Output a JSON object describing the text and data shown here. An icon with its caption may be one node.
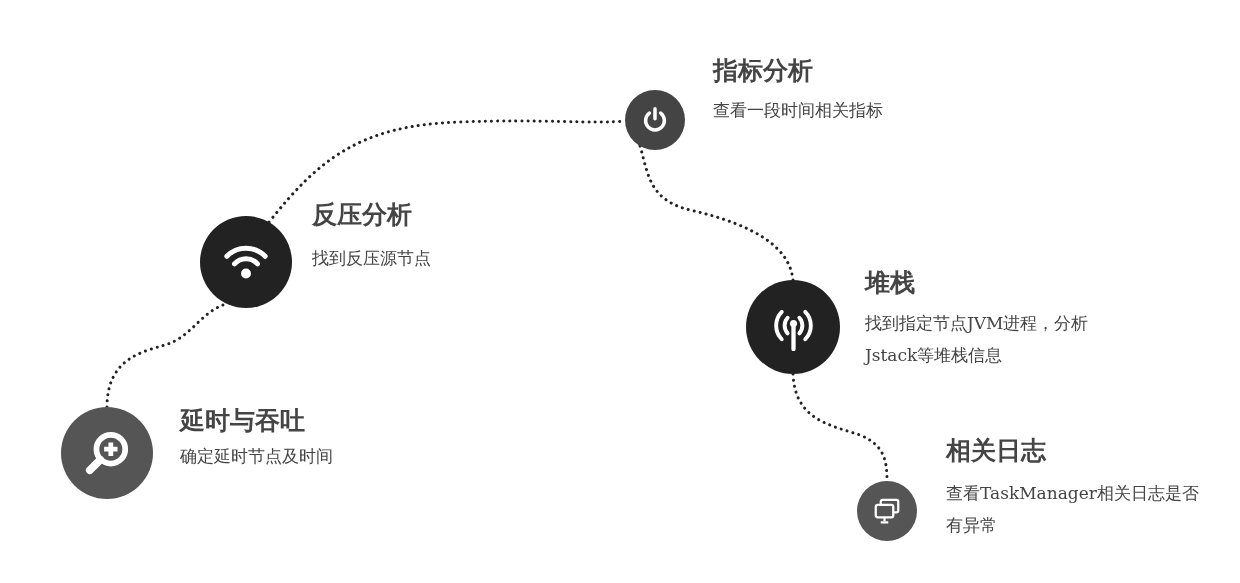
{
  "diagram": {
    "nodes": [
      {
        "text": [
          "延时与吞吐",
          "确定延时节点及时间"
        ]
      },
      {
        "text": [
          "反压分析",
          "找到反压源节点"
        ]
      },
      {
        "text": [
          "指标分析",
          "查看一段时间相关指标"
        ]
      },
      {
        "text": [
          "堆栈",
          "找到指定节点JVM进程，分析Jstack等堆栈信息"
        ]
      },
      {
        "text": [
          "相关日志",
          "查看TaskManager相关日志是否有异常"
        ]
      }
    ],
    "edges": [
      {
        "from": 0,
        "to": 1,
        "arrow": "none"
      },
      {
        "from": 1,
        "to": 2,
        "arrow": "none"
      },
      {
        "from": 2,
        "to": 3,
        "arrow": "none"
      },
      {
        "from": 3,
        "to": 4,
        "arrow": "none"
      }
    ]
  }
}
